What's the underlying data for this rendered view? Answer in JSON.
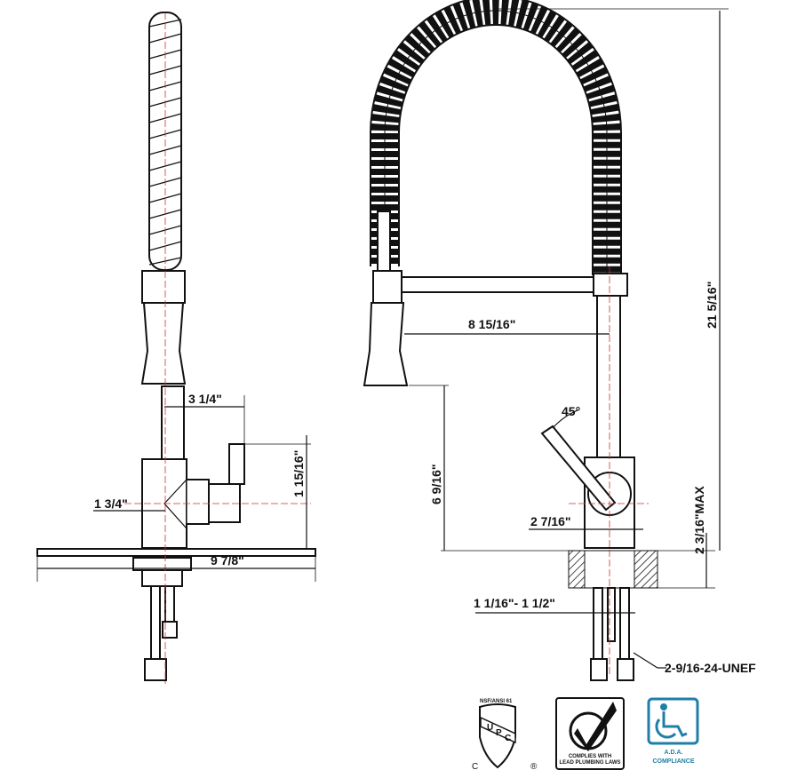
{
  "title": "Pull-down spring kitchen faucet dimension drawing",
  "side_view": {
    "dims": {
      "handle_reach": "3 1/4\"",
      "handle_height": "1 15/16\"",
      "body_offset": "1 3/4\"",
      "deck_plate": "9 7/8\""
    }
  },
  "front_view": {
    "dims": {
      "spout_reach": "8 15/16\"",
      "handle_angle": "45°",
      "spout_clearance": "6 9/16\"",
      "base_diameter": "2 7/16\"",
      "deck_thickness": "2 3/16\"MAX",
      "total_height": "21 5/16\"",
      "hole_size": "1 1/16\"- 1 1/2\"",
      "thread": "2-9/16-24-UNEF"
    }
  },
  "certifications": {
    "upc": {
      "top": "NSF/ANSI 61",
      "letters": [
        "U",
        "P",
        "C"
      ],
      "c": "C",
      "reg": "®"
    },
    "lead": {
      "line1": "COMPLIES WITH",
      "line2": "LEAD PLUMBING LAWS"
    },
    "ada": {
      "line1": "A.D.A.",
      "line2": "COMPLIANCE",
      "color": "#1f7fa8"
    }
  }
}
